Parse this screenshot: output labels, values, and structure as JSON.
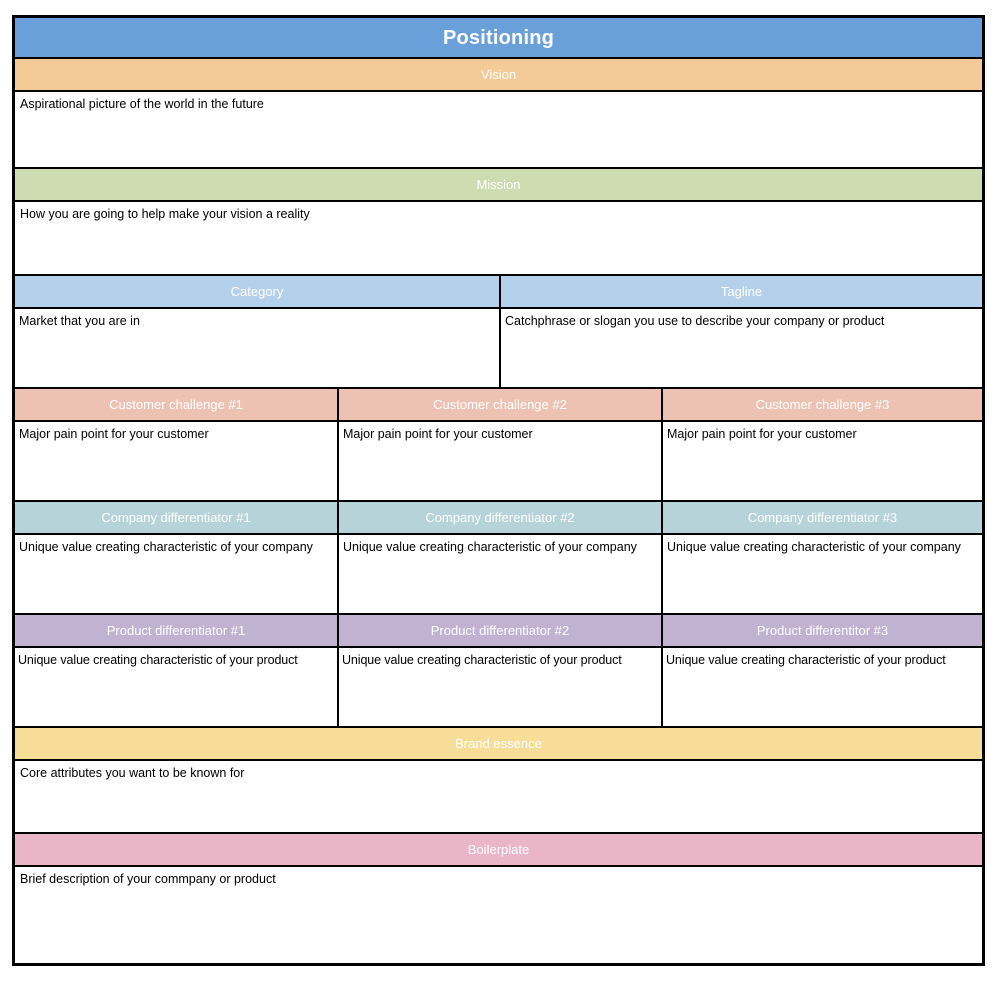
{
  "document": {
    "title": "Positioning",
    "title_bg": "#6aa0da",
    "sections": [
      {
        "key": "vision",
        "header": "Vision",
        "header_bg": "#f4cb96",
        "body": "Aspirational picture of the world in the future"
      },
      {
        "key": "mission",
        "header": "Mission",
        "header_bg": "#cddcb1",
        "body": "How you are going to help make your vision a reality"
      }
    ],
    "category_tagline": {
      "header_bg": "#b5d0ea",
      "columns": [
        {
          "header": "Category",
          "body": "Market that you are in"
        },
        {
          "header": "Tagline",
          "body": "Catchphrase or slogan you use to describe your company or product"
        }
      ]
    },
    "customer_challenges": {
      "header_bg": "#eec2b2",
      "columns": [
        {
          "header": "Customer challenge #1",
          "body": "Major pain point for your customer"
        },
        {
          "header": "Customer challenge #2",
          "body": "Major pain point for your customer"
        },
        {
          "header": "Customer challenge #3",
          "body": "Major pain point for your customer"
        }
      ]
    },
    "company_differentiators": {
      "header_bg": "#b6d3d9",
      "columns": [
        {
          "header": "Company differentiator #1",
          "body": "Unique value creating characteristic of your company"
        },
        {
          "header": "Company differentiator #2",
          "body": "Unique value creating characteristic of your company"
        },
        {
          "header": "Company differentiator #3",
          "body": "Unique value creating characteristic of your company"
        }
      ]
    },
    "product_differentiators": {
      "header_bg": "#c1b2d2",
      "columns": [
        {
          "header": "Product differentiator #1",
          "body": "Unique value creating characteristic of your product"
        },
        {
          "header": "Product differentiator #2",
          "body": "Unique value creating characteristic of your product"
        },
        {
          "header": "Product differentitor #3",
          "body": "Unique value creating characteristic of your product"
        }
      ]
    },
    "brand_essence": {
      "header": "Brand essence",
      "header_bg": "#f7dd97",
      "body": "Core attributes you want to be known for"
    },
    "boilerplate": {
      "header": "Boilerplate",
      "header_bg": "#e9b5c7",
      "body": "Brief description of your commpany or product"
    }
  }
}
